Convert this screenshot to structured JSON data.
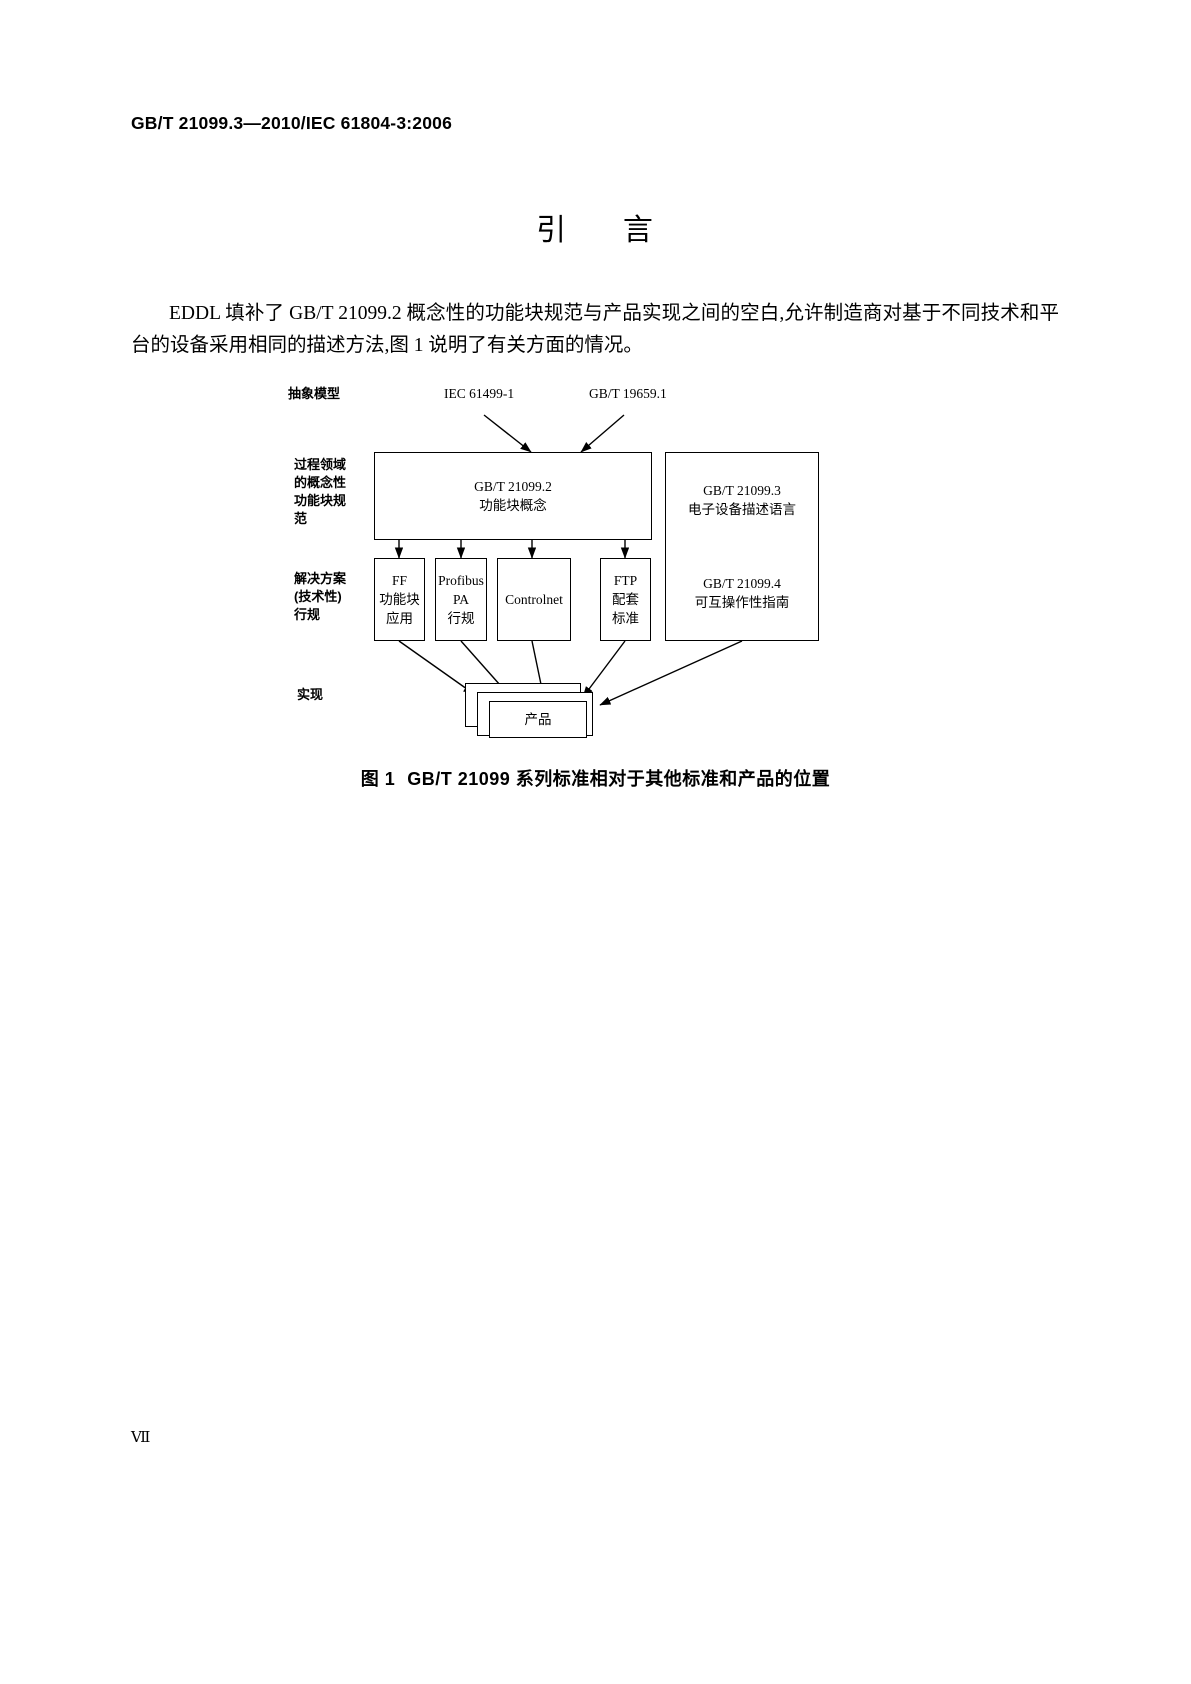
{
  "header": {
    "standard_id": "GB/T 21099.3—2010/IEC 61804-3:2006"
  },
  "title": {
    "char1": "引",
    "char2": "言"
  },
  "body": {
    "paragraph_line1": "EDDL 填补了 GB/T 21099.2 概念性的功能块规范与产品实现之间的空白,允许制造商对基于不",
    "paragraph_line2": "同技术和平台的设备采用相同的描述方法,图 1 说明了有关方面的情况。"
  },
  "figure": {
    "top_labels": {
      "abstract_model": "抽象模型",
      "iec_61499": "IEC 61499-1",
      "gbt_19659": "GB/T 19659.1"
    },
    "row_labels": {
      "process_domain": "过程领域\n的概念性\n功能块规\n范",
      "solution_profile": "解决方案\n(技术性)\n行规",
      "implementation": "实现"
    },
    "boxes": {
      "concept": "GB/T 21099.2\n功能块概念",
      "ff": "FF\n功能块\n应用",
      "profibus": "Profibus\nPA\n行规",
      "controlnet": "Controlnet",
      "ftp": "FTP\n配套\n标准",
      "right_top": "GB/T 21099.3\n电子设备描述语言",
      "right_bottom": "GB/T 21099.4\n可互操作性指南",
      "product": "产品"
    },
    "caption": {
      "prefix": "图 1",
      "text": "GB/T 21099 系列标准相对于其他标准和产品的位置"
    }
  },
  "footer": {
    "page_number": "Ⅶ"
  }
}
